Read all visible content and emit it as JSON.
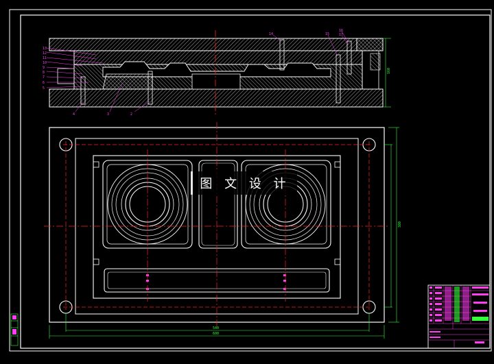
{
  "watermark": "图 文 设 计",
  "part_labels_left": [
    "13",
    "12",
    "11",
    "10",
    "9",
    "8",
    "7",
    "6",
    "5"
  ],
  "part_labels_bottom": [
    "4",
    "3",
    "2"
  ],
  "part_labels_top": [
    "14",
    "15",
    "16",
    "17"
  ],
  "dimensions": {
    "section_height": "160",
    "plan_height": "380",
    "plan_width": "600",
    "plan_inner_width": "540"
  },
  "colors": {
    "background": "#000000",
    "outline": "#ffffff",
    "centerline": "#ff2020",
    "leader": "#ff3df2",
    "dimension": "#34ff3a",
    "title_block": "#ff3df2"
  }
}
